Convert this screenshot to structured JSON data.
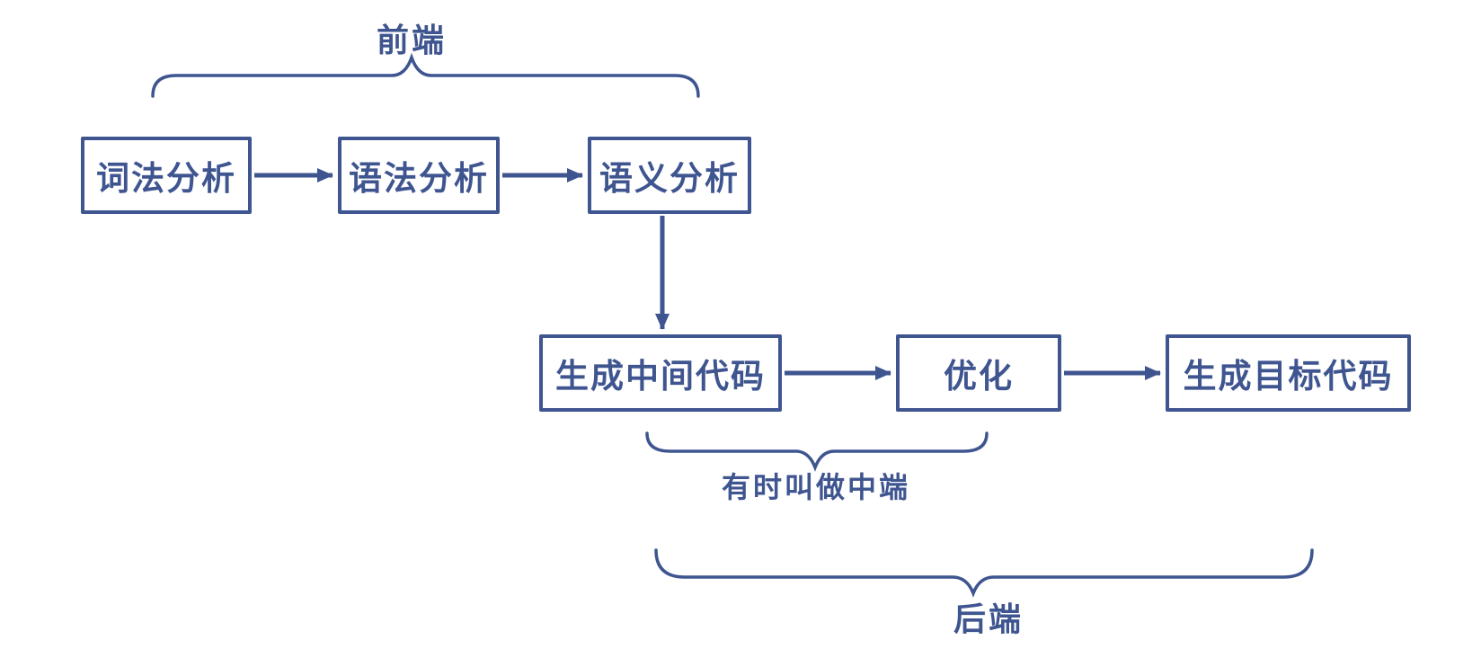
{
  "colors": {
    "accent": "#3F5590",
    "background": "#FFFFFF"
  },
  "diagram": {
    "nodes": [
      {
        "id": "lexical-analysis",
        "label": "词法分析"
      },
      {
        "id": "syntax-analysis",
        "label": "语法分析"
      },
      {
        "id": "semantic-analysis",
        "label": "语义分析"
      },
      {
        "id": "generate-intermediate-code",
        "label": "生成中间代码"
      },
      {
        "id": "optimization",
        "label": "优化"
      },
      {
        "id": "generate-target-code",
        "label": "生成目标代码"
      }
    ],
    "edges": [
      {
        "from": "词法分析",
        "to": "语法分析"
      },
      {
        "from": "语法分析",
        "to": "语义分析"
      },
      {
        "from": "语义分析",
        "to": "生成中间代码"
      },
      {
        "from": "生成中间代码",
        "to": "优化"
      },
      {
        "from": "优化",
        "to": "生成目标代码"
      }
    ],
    "annotations": [
      {
        "id": "front-end",
        "label": "前端",
        "position": "above",
        "covers": [
          "词法分析",
          "语法分析",
          "语义分析"
        ]
      },
      {
        "id": "middle-end",
        "label": "有时叫做中端",
        "position": "below",
        "covers": [
          "生成中间代码",
          "优化"
        ]
      },
      {
        "id": "back-end",
        "label": "后端",
        "position": "below",
        "covers": [
          "生成中间代码",
          "优化",
          "生成目标代码"
        ]
      }
    ]
  }
}
